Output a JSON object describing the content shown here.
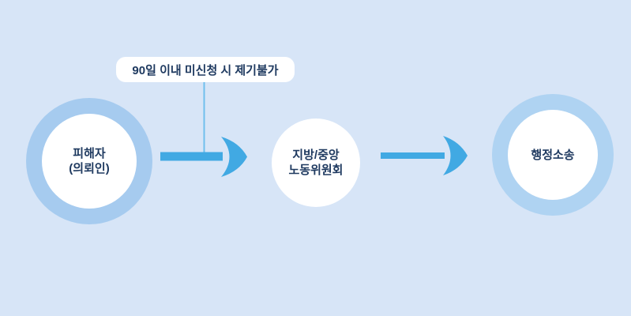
{
  "colors": {
    "background": "#d7e5f7",
    "ring_left": "#a6cbef",
    "ring_right": "#afd3f2",
    "node_fill": "#ffffff",
    "arrow": "#41a9e3",
    "callout_line": "#6fbfed",
    "callout_fill": "#ffffff",
    "text": "#1f3a60"
  },
  "diagram": {
    "callout": {
      "text": "90일 이내 미신청 시 제기불가"
    },
    "node1": {
      "line1": "피해자",
      "line2": "(의뢰인)"
    },
    "node2": {
      "line1": "지방/중앙",
      "line2": "노동위원회"
    },
    "node3": {
      "line1": "행정소송"
    }
  }
}
